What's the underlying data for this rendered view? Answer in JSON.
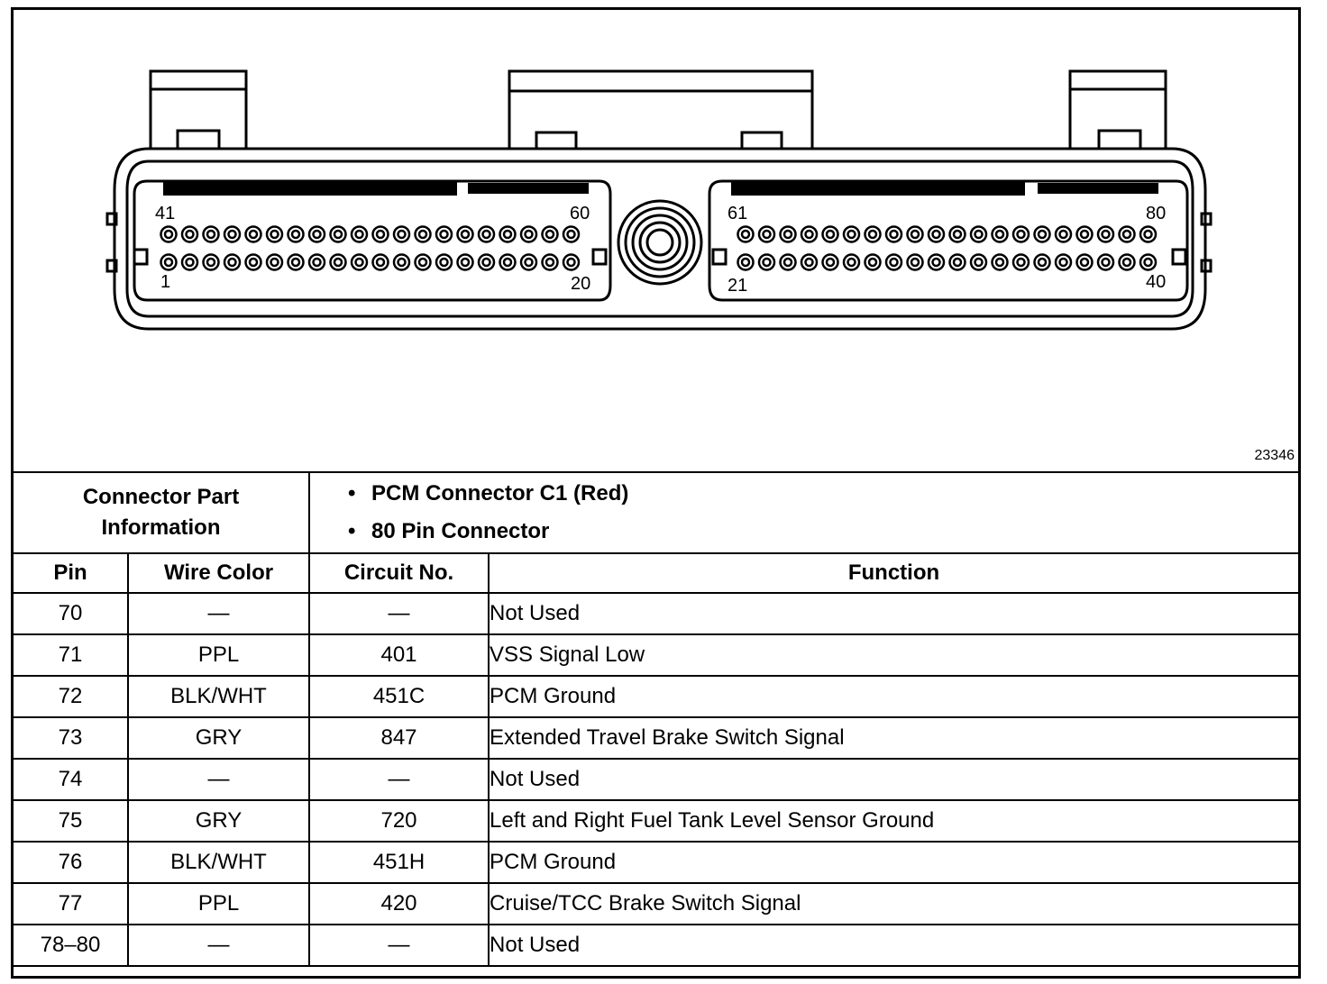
{
  "diagram": {
    "figure_number": "23346",
    "pin_labels": {
      "top_left_start": "41",
      "top_left_end": "60",
      "bottom_left_start": "1",
      "bottom_left_end": "20",
      "top_right_start": "61",
      "top_right_end": "80",
      "bottom_right_start": "21",
      "bottom_right_end": "40"
    }
  },
  "part_info": {
    "label_line1": "Connector Part",
    "label_line2": "Information",
    "items": [
      "PCM Connector C1 (Red)",
      "80 Pin Connector"
    ]
  },
  "table": {
    "headers": {
      "pin": "Pin",
      "wire_color": "Wire Color",
      "circuit": "Circuit No.",
      "function": "Function"
    },
    "rows": [
      {
        "pin": "70",
        "wire": "—",
        "circuit": "—",
        "function": "Not Used"
      },
      {
        "pin": "71",
        "wire": "PPL",
        "circuit": "401",
        "function": "VSS Signal Low"
      },
      {
        "pin": "72",
        "wire": "BLK/WHT",
        "circuit": "451C",
        "function": "PCM Ground"
      },
      {
        "pin": "73",
        "wire": "GRY",
        "circuit": "847",
        "function": "Extended Travel Brake Switch Signal"
      },
      {
        "pin": "74",
        "wire": "—",
        "circuit": "—",
        "function": "Not Used"
      },
      {
        "pin": "75",
        "wire": "GRY",
        "circuit": "720",
        "function": "Left and Right Fuel Tank Level Sensor Ground"
      },
      {
        "pin": "76",
        "wire": "BLK/WHT",
        "circuit": "451H",
        "function": "PCM Ground"
      },
      {
        "pin": "77",
        "wire": "PPL",
        "circuit": "420",
        "function": "Cruise/TCC Brake Switch Signal"
      },
      {
        "pin": "78–80",
        "wire": "—",
        "circuit": "—",
        "function": "Not Used"
      }
    ]
  }
}
